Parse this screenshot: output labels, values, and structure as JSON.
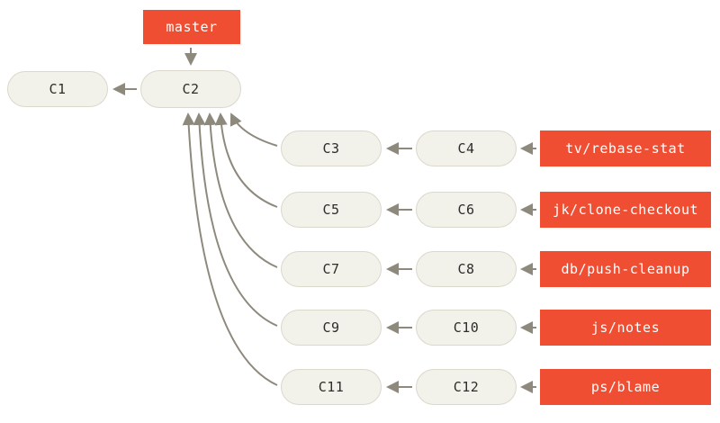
{
  "diagram": {
    "type": "git-commit-graph",
    "background": "#FFFFFF",
    "colors": {
      "node_fill": "#F2F1EA",
      "node_border": "#DBD8CC",
      "node_text": "#2E2D2B",
      "branch_label_bg": "#F04E32",
      "branch_label_text": "#FFFFFF",
      "arrow": "#8E897D"
    },
    "head_pointer": {
      "label": "master",
      "points_to": "C2"
    },
    "commits": [
      {
        "id": "C1"
      },
      {
        "id": "C2",
        "parent": "C1"
      },
      {
        "id": "C3",
        "parent": "C2"
      },
      {
        "id": "C4",
        "parent": "C3"
      },
      {
        "id": "C5",
        "parent": "C2"
      },
      {
        "id": "C6",
        "parent": "C5"
      },
      {
        "id": "C7",
        "parent": "C2"
      },
      {
        "id": "C8",
        "parent": "C7"
      },
      {
        "id": "C9",
        "parent": "C2"
      },
      {
        "id": "C10",
        "parent": "C9"
      },
      {
        "id": "C11",
        "parent": "C2"
      },
      {
        "id": "C12",
        "parent": "C11"
      }
    ],
    "branches": [
      {
        "label": "tv/rebase-stat",
        "points_to": "C4"
      },
      {
        "label": "jk/clone-checkout",
        "points_to": "C6"
      },
      {
        "label": "db/push-cleanup",
        "points_to": "C8"
      },
      {
        "label": "js/notes",
        "points_to": "C10"
      },
      {
        "label": "ps/blame",
        "points_to": "C12"
      }
    ]
  }
}
